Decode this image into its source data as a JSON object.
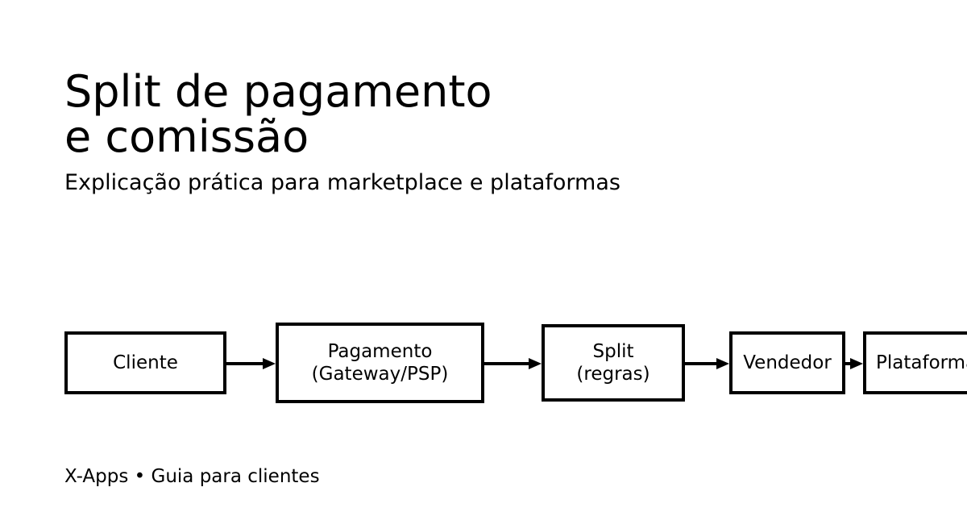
{
  "page": {
    "background_color": "#ffffff",
    "text_color": "#000000",
    "border_color": "#000000"
  },
  "header": {
    "title_line1": "Split de pagamento",
    "title_line2": "e comissão",
    "subtitle": "Explicação prática para marketplace e plataformas"
  },
  "diagram": {
    "type": "flowchart",
    "direction": "left-to-right",
    "nodes": [
      {
        "line1": "Cliente",
        "line2": ""
      },
      {
        "line1": "Pagamento",
        "line2": "(Gateway/PSP)"
      },
      {
        "line1": "Split",
        "line2": "(regras)"
      },
      {
        "line1": "Vendedor",
        "line2": ""
      },
      {
        "line1": "Plataforma",
        "line2": ""
      }
    ],
    "edges": [
      {
        "from": "Cliente",
        "to": "Pagamento (Gateway/PSP)"
      },
      {
        "from": "Pagamento (Gateway/PSP)",
        "to": "Split (regras)"
      },
      {
        "from": "Split (regras)",
        "to": "Vendedor"
      },
      {
        "from": "Vendedor",
        "to": "Plataforma"
      }
    ]
  },
  "footer": {
    "text": "X-Apps • Guia para clientes"
  }
}
